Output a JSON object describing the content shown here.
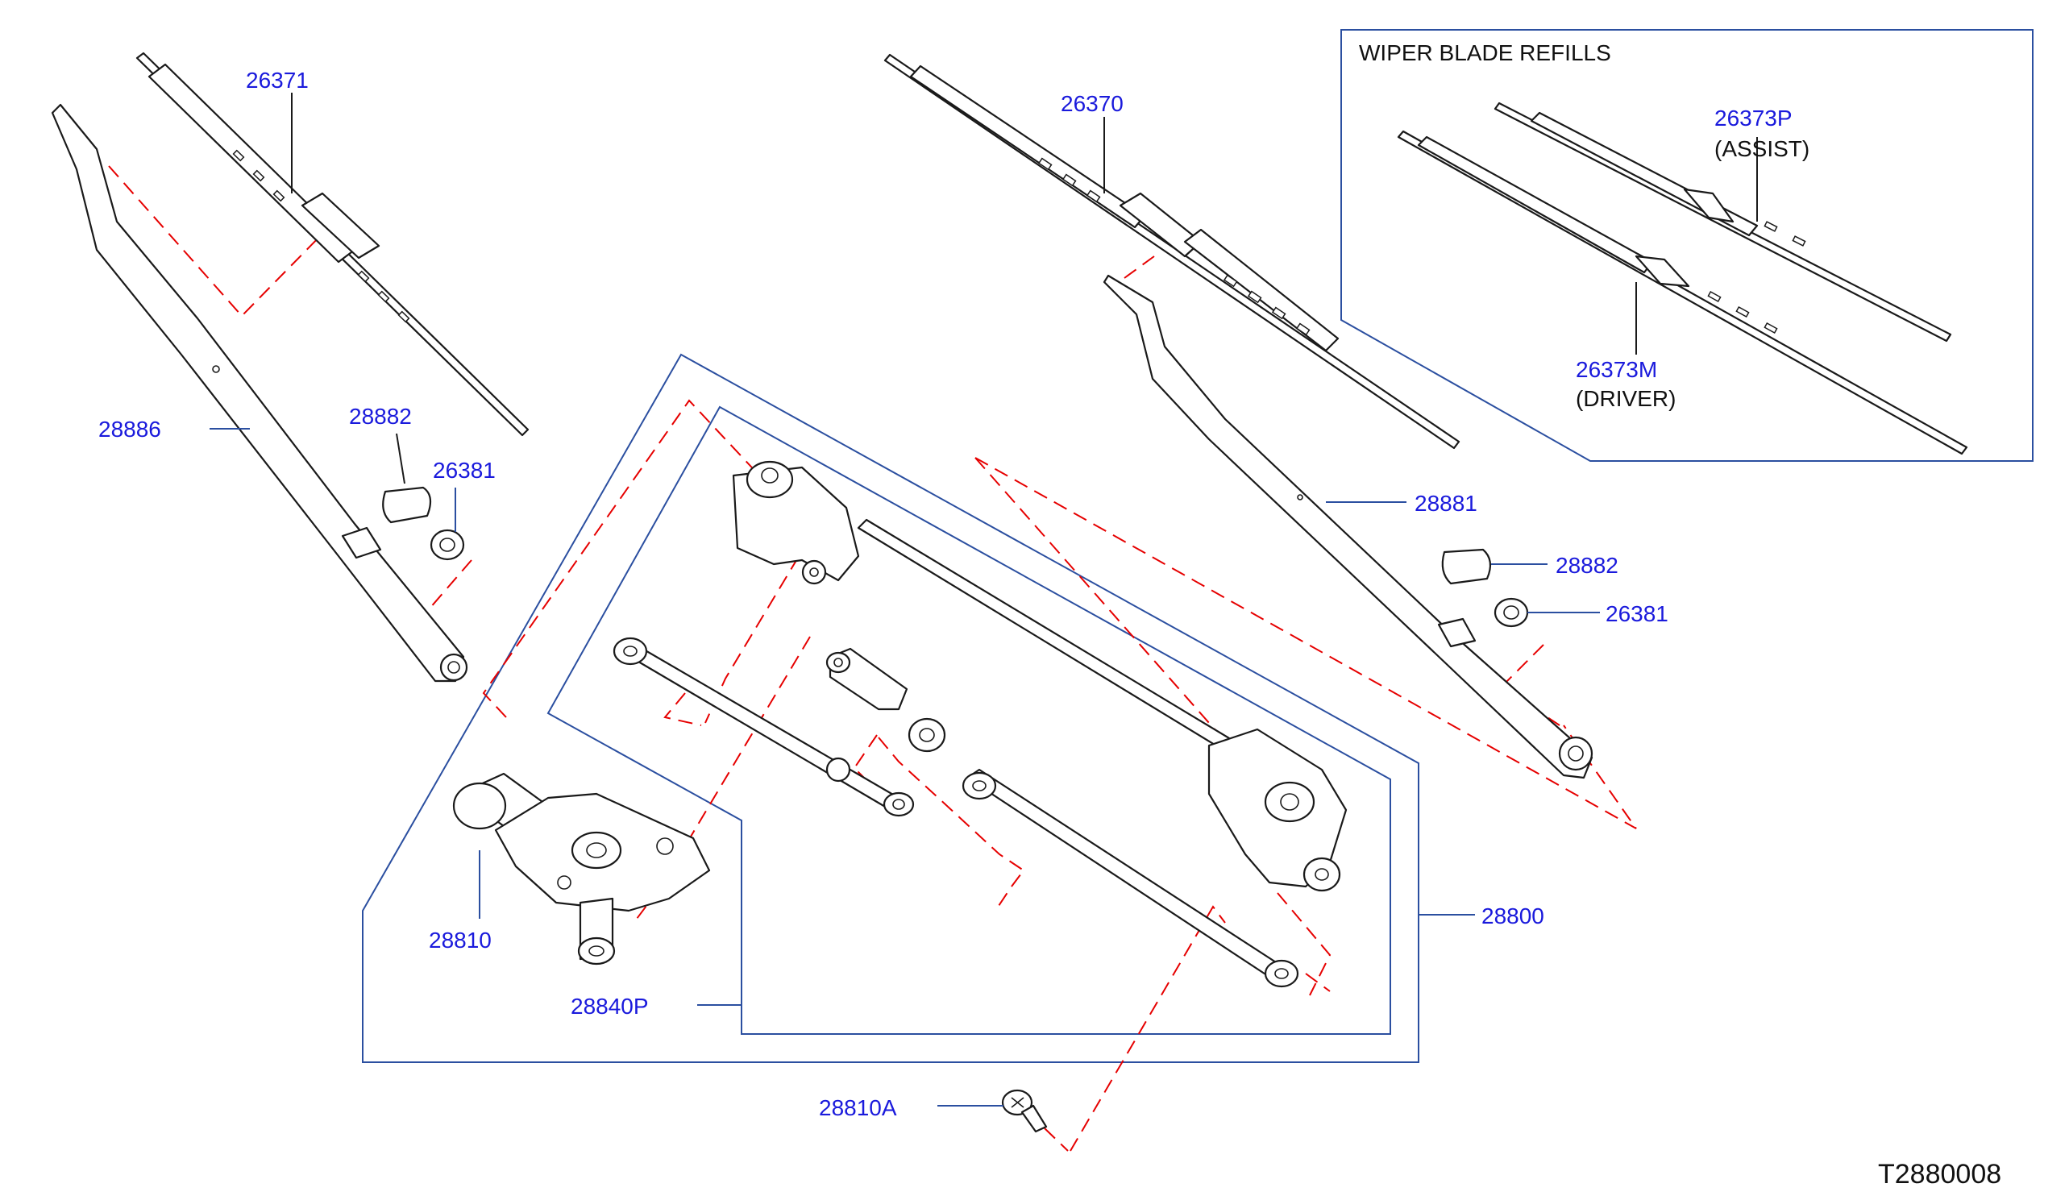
{
  "refills_box": {
    "title": "WIPER   BLADE   REFILLS",
    "assist": {
      "part": "26373P",
      "note": "(ASSIST)"
    },
    "driver": {
      "part": "26373M",
      "note": "(DRIVER)"
    }
  },
  "parts": {
    "blade_left": "26371",
    "blade_right": "26370",
    "arm_left": "28886",
    "arm_right": "28881",
    "cap_left": "28882",
    "cap_right": "28882",
    "nut_left": "26381",
    "nut_right": "26381",
    "linkage_assy": "28800",
    "motor": "28810",
    "linkage_kit": "28840P",
    "screw": "28810A"
  },
  "diagram_code": "T2880008",
  "colors": {
    "part_number": "#1a1adc",
    "phantom_line": "#e60000",
    "frame_line": "#2b4fa0",
    "outline": "#1a1a1a"
  }
}
